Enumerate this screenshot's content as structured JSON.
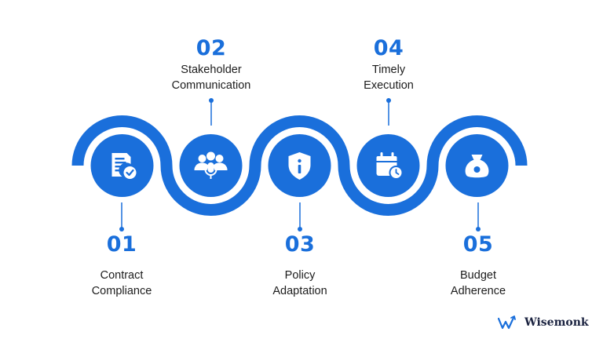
{
  "colors": {
    "accent": "#1a6fdb",
    "circle_fill": "#1a6fdb",
    "icon": "#ffffff",
    "text": "#1c1c1c",
    "brand_text": "#1b2340"
  },
  "steps": [
    {
      "number": "01",
      "line1": "Contract",
      "line2": "Compliance",
      "icon": "contract-check-icon"
    },
    {
      "number": "02",
      "line1": "Stakeholder",
      "line2": "Communication",
      "icon": "stakeholders-mic-icon"
    },
    {
      "number": "03",
      "line1": "Policy",
      "line2": "Adaptation",
      "icon": "shield-info-icon"
    },
    {
      "number": "04",
      "line1": "Timely",
      "line2": "Execution",
      "icon": "calendar-clock-icon"
    },
    {
      "number": "05",
      "line1": "Budget",
      "line2": "Adherence",
      "icon": "money-bag-icon"
    }
  ],
  "brand": {
    "name": "Wisemonk",
    "icon": "wisemonk-logo-icon"
  }
}
